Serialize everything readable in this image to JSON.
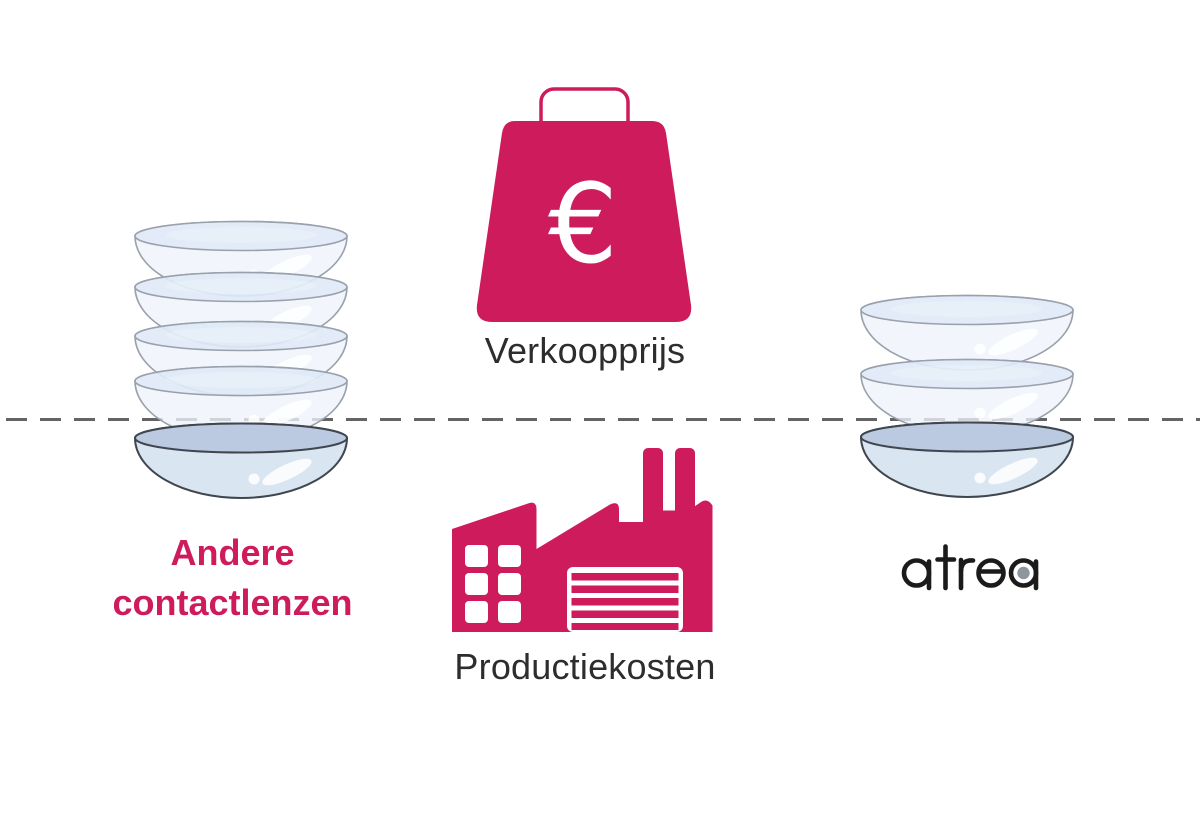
{
  "colors": {
    "accent_pink": "#ce1b5c",
    "divider_gray": "#646464",
    "label_text": "#2d2d2d",
    "lens_light_body": "#eef4fb",
    "lens_light_rim": "#d7e4f4",
    "lens_light_stroke": "#99a1ac",
    "lens_dark_body": "#d9e4f2",
    "lens_dark_rim": "#b8c8e0",
    "lens_dark_stroke": "#3f464e",
    "logo_black": "#1b1b1b",
    "logo_dot_gray": "#8d969e"
  },
  "divider": {
    "style": "dashed"
  },
  "price_section": {
    "icon": "euro-weight-icon",
    "currency_symbol": "€",
    "label": "Verkoopprijs"
  },
  "cost_section": {
    "icon": "factory-icon",
    "label": "Productiekosten"
  },
  "left_stack": {
    "name": "Andere contactlenzen",
    "label_line1": "Andere",
    "label_line2": "contactlenzen",
    "lenses_above_divider": 4,
    "lenses_below_divider": 1
  },
  "right_stack": {
    "brand": "atrea",
    "lenses_above_divider": 2,
    "lenses_below_divider": 1
  }
}
